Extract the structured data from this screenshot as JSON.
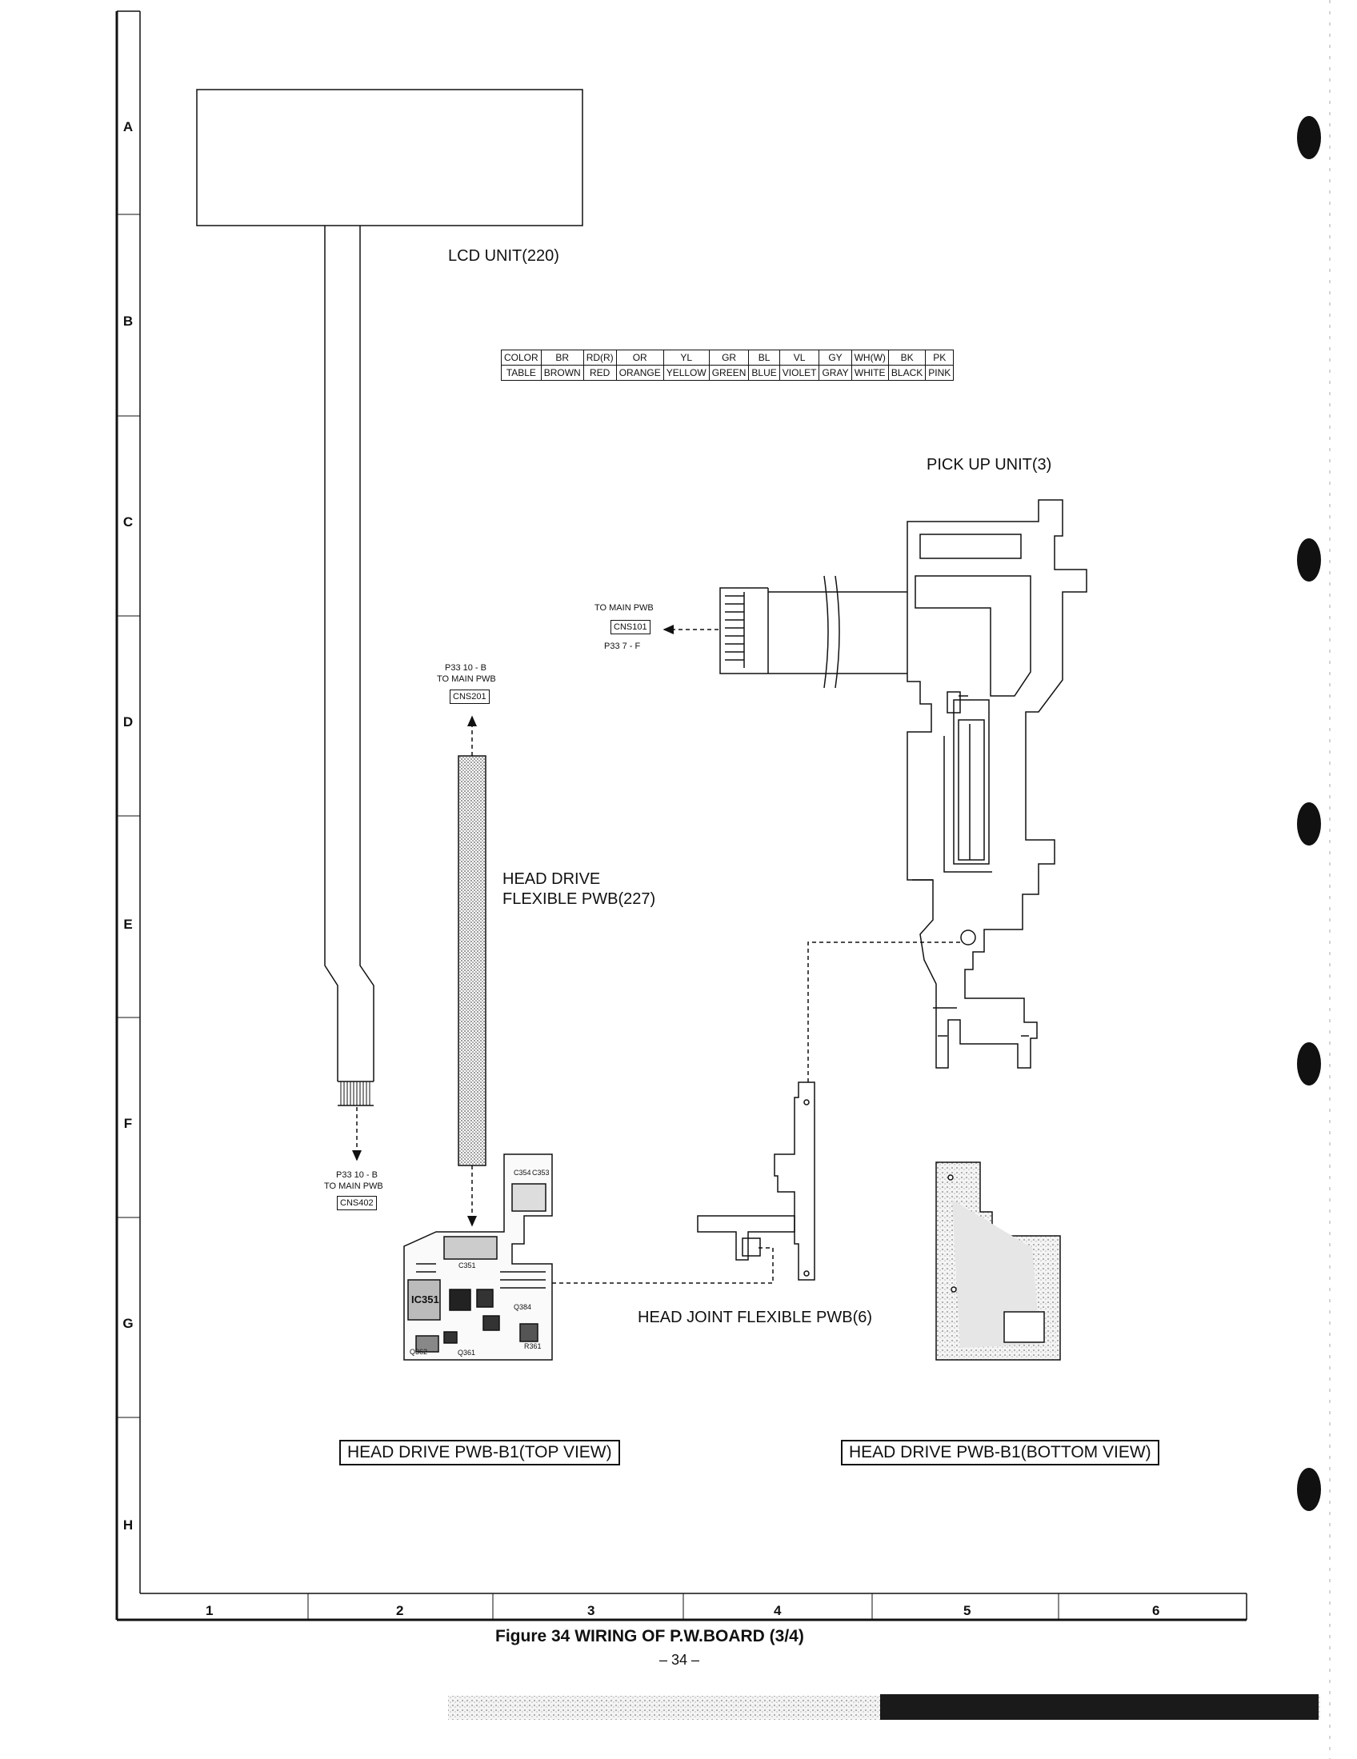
{
  "frame": {
    "row_markers": [
      "A",
      "B",
      "C",
      "D",
      "E",
      "F",
      "G",
      "H"
    ],
    "column_markers": [
      "1",
      "2",
      "3",
      "4",
      "5",
      "6"
    ]
  },
  "labels": {
    "lcd_unit": "LCD UNIT(220)",
    "pickup_unit": "PICK UP UNIT(3)",
    "head_drive_flex_line1": "HEAD DRIVE",
    "head_drive_flex_line2": "FLEXIBLE PWB(227)",
    "head_joint_flex": "HEAD JOINT FLEXIBLE PWB(6)",
    "top_view": "HEAD DRIVE PWB-B1(TOP VIEW)",
    "bottom_view": "HEAD DRIVE PWB-B1(BOTTOM VIEW)"
  },
  "connectors": {
    "cns101": {
      "to": "TO MAIN PWB",
      "name": "CNS101",
      "ref": "P33  7 - F"
    },
    "cns201": {
      "ref": "P33  10 - B",
      "to": "TO MAIN PWB",
      "name": "CNS201"
    },
    "cns402": {
      "ref": "P33  10 - B",
      "to": "TO MAIN PWB",
      "name": "CNS402"
    }
  },
  "color_table": {
    "row1": [
      "COLOR",
      "BR",
      "RD(R)",
      "OR",
      "YL",
      "GR",
      "BL",
      "VL",
      "GY",
      "WH(W)",
      "BK",
      "PK"
    ],
    "row2": [
      "TABLE",
      "BROWN",
      "RED",
      "ORANGE",
      "YELLOW",
      "GREEN",
      "BLUE",
      "VIOLET",
      "GRAY",
      "WHITE",
      "BLACK",
      "PINK"
    ]
  },
  "components": {
    "ic351": "IC351",
    "c354": "C354",
    "c353": "C353",
    "c351": "C351",
    "q384": "Q384",
    "r361": "R361",
    "q362": "Q362",
    "q361": "Q361"
  },
  "caption": {
    "title": "Figure 34  WIRING OF P.W.BOARD (3/4)",
    "page": "– 34 –"
  }
}
